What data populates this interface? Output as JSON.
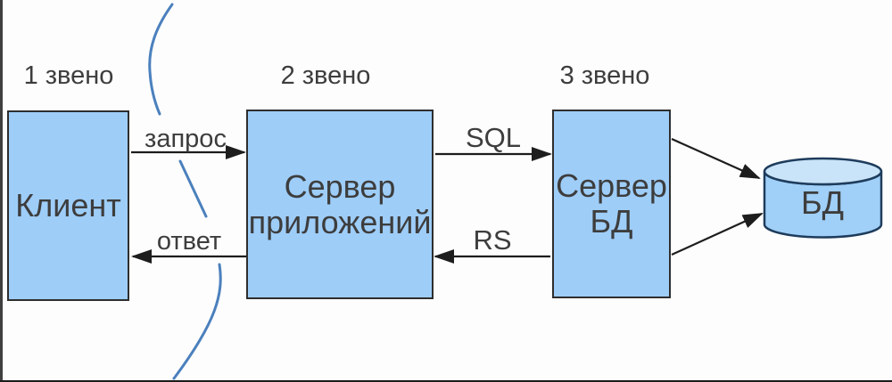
{
  "diagram": {
    "tiers": [
      {
        "label": "1 звено",
        "box_label": "Клиент"
      },
      {
        "label": "2 звено",
        "box_label": "Сервер приложений"
      },
      {
        "label": "3 звено",
        "box_label": "Сервер БД"
      }
    ],
    "database": {
      "label": "БД",
      "shape": "cylinder"
    },
    "arrows": [
      {
        "label": "запрос",
        "from": "Клиент",
        "to": "Сервер приложений",
        "direction": "right"
      },
      {
        "label": "ответ",
        "from": "Сервер приложений",
        "to": "Клиент",
        "direction": "left"
      },
      {
        "label": "SQL",
        "from": "Сервер приложений",
        "to": "Сервер БД",
        "direction": "right"
      },
      {
        "label": "RS",
        "from": "Сервер БД",
        "to": "Сервер приложений",
        "direction": "left"
      },
      {
        "label": "",
        "from": "Сервер БД",
        "to": "БД",
        "direction": "right"
      },
      {
        "label": "",
        "from": "Сервер БД",
        "to": "БД",
        "direction": "right"
      }
    ],
    "network_boundary": {
      "type": "dashed-curve",
      "color": "#4b80bd"
    },
    "colors": {
      "box_fill": "#9ecdf8",
      "box_border": "#2e2e2e",
      "cylinder_fill": "#a0cff7",
      "cylinder_lid": "#c9e3f8",
      "cylinder_border": "#1e3c5c",
      "arrow": "#1d1d1d",
      "text": "#3d3d3d",
      "curve": "#4b80bd",
      "background": "#fdfdfd"
    }
  }
}
